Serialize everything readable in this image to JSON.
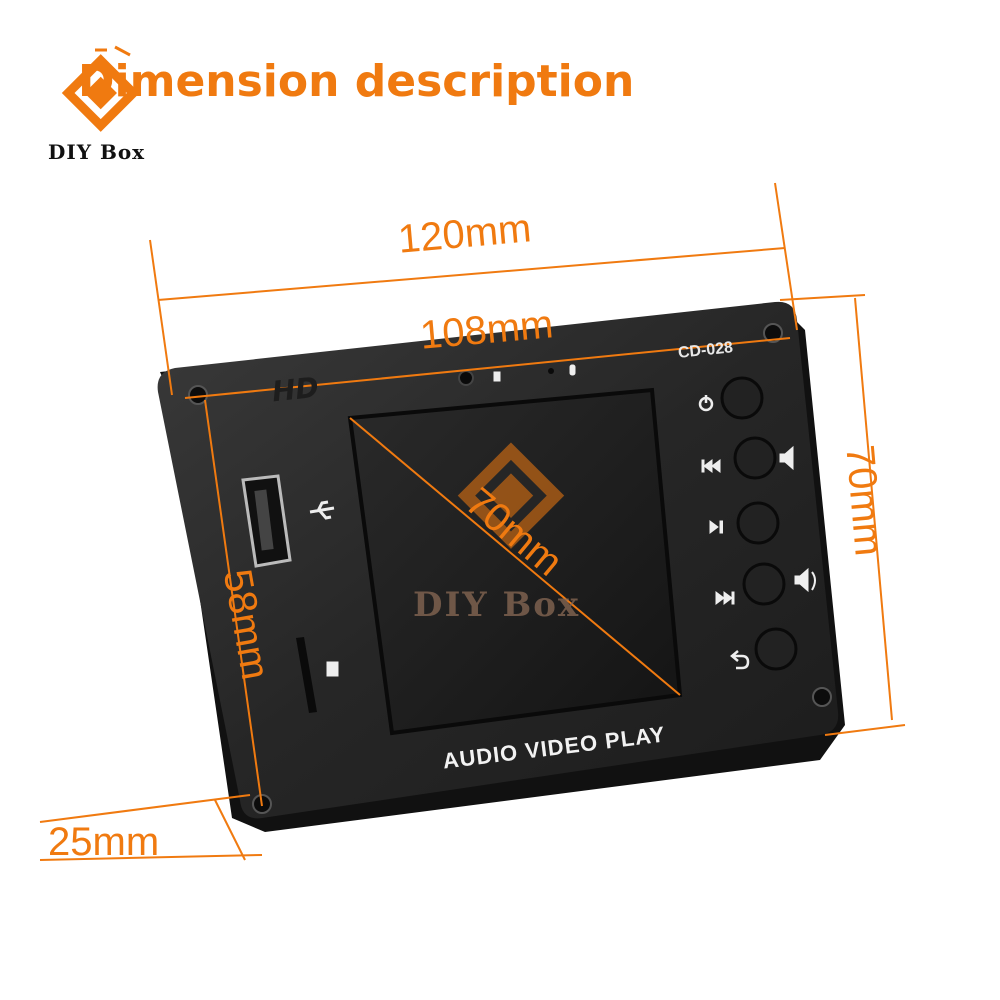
{
  "header": {
    "title": "Dimension description",
    "brand": "DIY Box"
  },
  "device": {
    "model": "CD-028",
    "logo_text": "HD",
    "caption": "AUDIO VIDEO PLAY",
    "watermark": "DIY Box"
  },
  "dimensions": {
    "overall_width": "120mm",
    "inner_width": "108mm",
    "overall_height": "70mm",
    "inner_height": "58mm",
    "screen_diagonal": "70mm",
    "depth": "25mm"
  },
  "buttons": [
    {
      "name": "power",
      "icon": "power-icon"
    },
    {
      "name": "previous",
      "icon": "previous-icon",
      "side_icon": "volume-down-icon"
    },
    {
      "name": "play-pause",
      "icon": "play-pause-icon"
    },
    {
      "name": "next",
      "icon": "next-icon",
      "side_icon": "volume-up-icon"
    },
    {
      "name": "back",
      "icon": "return-icon"
    }
  ],
  "colors": {
    "accent": "#f07a10",
    "panel": "#2b2b2b",
    "screen": "#1e1e1e"
  }
}
